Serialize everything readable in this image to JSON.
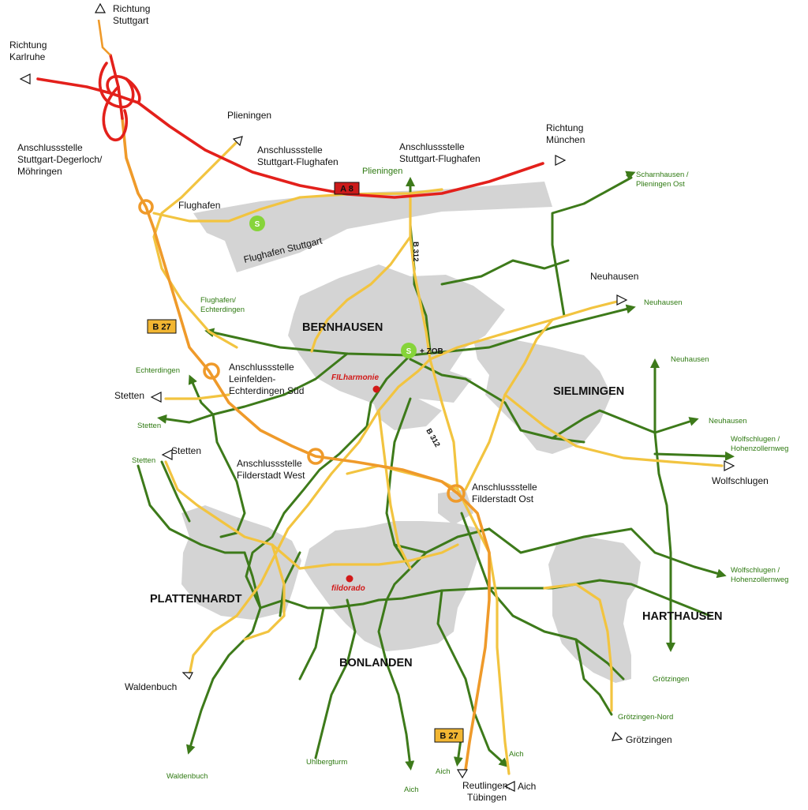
{
  "map": {
    "colors": {
      "motorway": "#e3201b",
      "federal_road": "#ef9a2a",
      "main_road": "#f2c440",
      "cycle_route": "#3d7a1a",
      "built_area": "#d4d4d4",
      "s_bahn": "#86d43a",
      "badge_yellow": "#f2b632"
    },
    "towns": {
      "bernhausen": "BERNHAUSEN",
      "sielmingen": "SIELMINGEN",
      "plattenhardt": "PLATTENHARDT",
      "harthausen": "HARTHAUSEN",
      "bonlanden": "BONLANDEN"
    },
    "directions": {
      "stuttgart_1": "Richtung",
      "stuttgart_2": "Stuttgart",
      "karlsruhe_1": "Richtung",
      "karlsruhe_2": "Karlruhe",
      "muenchen_1": "Richtung",
      "muenchen_2": "München",
      "plieningen": "Plieningen",
      "neuhausen": "Neuhausen",
      "wolfschlugen": "Wolfschlugen",
      "stetten_w": "Stetten",
      "stetten_sw": "Stetten",
      "waldenbuch": "Waldenbuch",
      "groetzingen": "Grötzingen",
      "reutlingen_1": "Reutlingen,",
      "reutlingen_2": "Tübingen",
      "aich": "Aich"
    },
    "junctions": {
      "degerloch_1": "Anschlussstelle",
      "degerloch_2": "Stuttgart-Degerloch/",
      "degerloch_3": "Möhringen",
      "flughafen_w_1": "Anschlussstelle",
      "flughafen_w_2": "Stuttgart-Flughafen",
      "flughafen_e_1": "Anschlussstelle",
      "flughafen_e_2": "Stuttgart-Flughafen",
      "leinfelden_1": "Anschlussstelle",
      "leinfelden_2": "Leinfelden-",
      "leinfelden_3": "Echterdingen Süd",
      "filderstadt_w_1": "Anschlussstelle",
      "filderstadt_w_2": "Filderstadt West",
      "filderstadt_o_1": "Anschlussstelle",
      "filderstadt_o_2": "Filderstadt Ost"
    },
    "places": {
      "flughafen": "Flughafen",
      "flughafen_stuttgart": "Flughafen Stuttgart",
      "zob": "+ ZOB",
      "s_symbol": "S"
    },
    "pois": {
      "filharmonie": "FILharmonie",
      "fildorado": "fildorado"
    },
    "roads": {
      "a8": "A 8",
      "b27_north": "B 27",
      "b27_south": "B 27",
      "b312_north": "B 312",
      "b312_south": "B 312"
    },
    "cycle_destinations": {
      "plieningen": "Plieningen",
      "scharnhausen_1": "Scharnhausen /",
      "scharnhausen_2": "Plieningen Ost",
      "neuhausen_1": "Neuhausen",
      "neuhausen_2": "Neuhausen",
      "neuhausen_3": "Neuhausen",
      "wolfschlugen_1a": "Wolfschlugen /",
      "wolfschlugen_1b": "Hohenzollernweg",
      "wolfschlugen_2a": "Wolfschlugen /",
      "wolfschlugen_2b": "Hohenzollernweg",
      "flughafen_1": "Flughafen/",
      "flughafen_2": "Echterdingen",
      "echterdingen": "Echterdingen",
      "stetten_1": "Stetten",
      "stetten_2": "Stetten",
      "groetzingen": "Grötzingen",
      "groetzingen_nord": "Grötzingen-Nord",
      "waldenbuch": "Waldenbuch",
      "uhlbergturm": "Uhlbergturm",
      "aich_1": "Aich",
      "aich_2": "Aich",
      "aich_3": "Aich"
    }
  }
}
